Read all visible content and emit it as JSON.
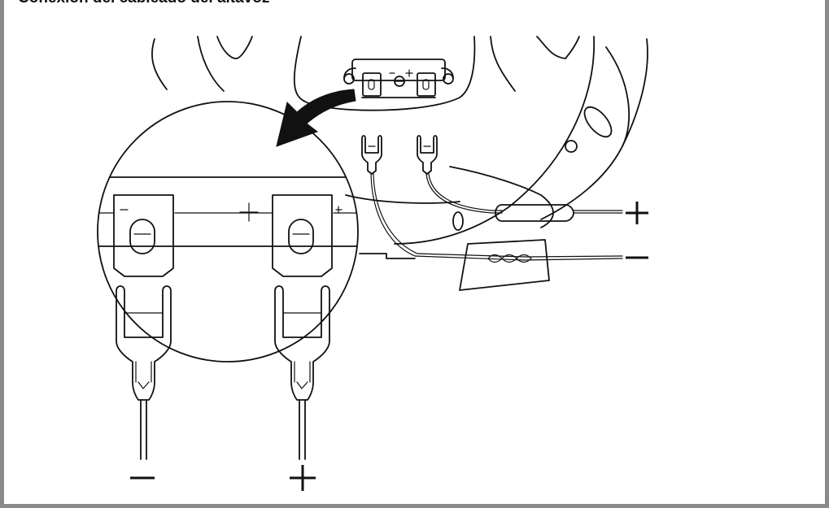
{
  "title": "Conexión del cableado del altavoz",
  "icons": {
    "speaker": "speaker-frame-illustration",
    "arrow": "curved-arrow-icon",
    "magnified": "magnifier-circle"
  },
  "colors": {
    "border": "#8a8a8a",
    "line": "#111111",
    "background": "#ffffff"
  }
}
